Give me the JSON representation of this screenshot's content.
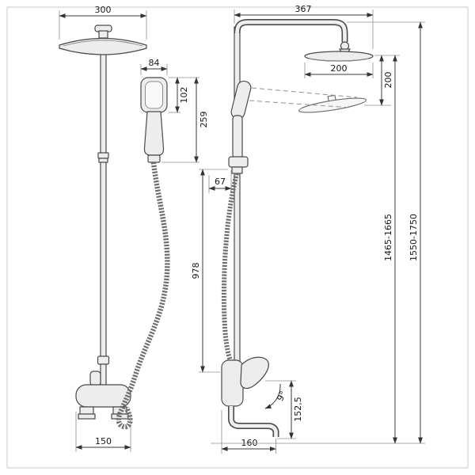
{
  "drawing": {
    "front": {
      "head_width": "300",
      "handshower_width": "84",
      "handshower_head_height": "102",
      "handshower_length": "259",
      "mixer_width": "150"
    },
    "side": {
      "arm_reach": "367",
      "head_diameter": "200",
      "height_adjustment": "200",
      "holder_offset": "67",
      "lower_column_length": "978",
      "head_height_range": "1465-1665",
      "total_height_range": "1550-1750",
      "spout_drop": "152,5",
      "spout_reach": "160",
      "swivel_angle": "9°"
    }
  }
}
